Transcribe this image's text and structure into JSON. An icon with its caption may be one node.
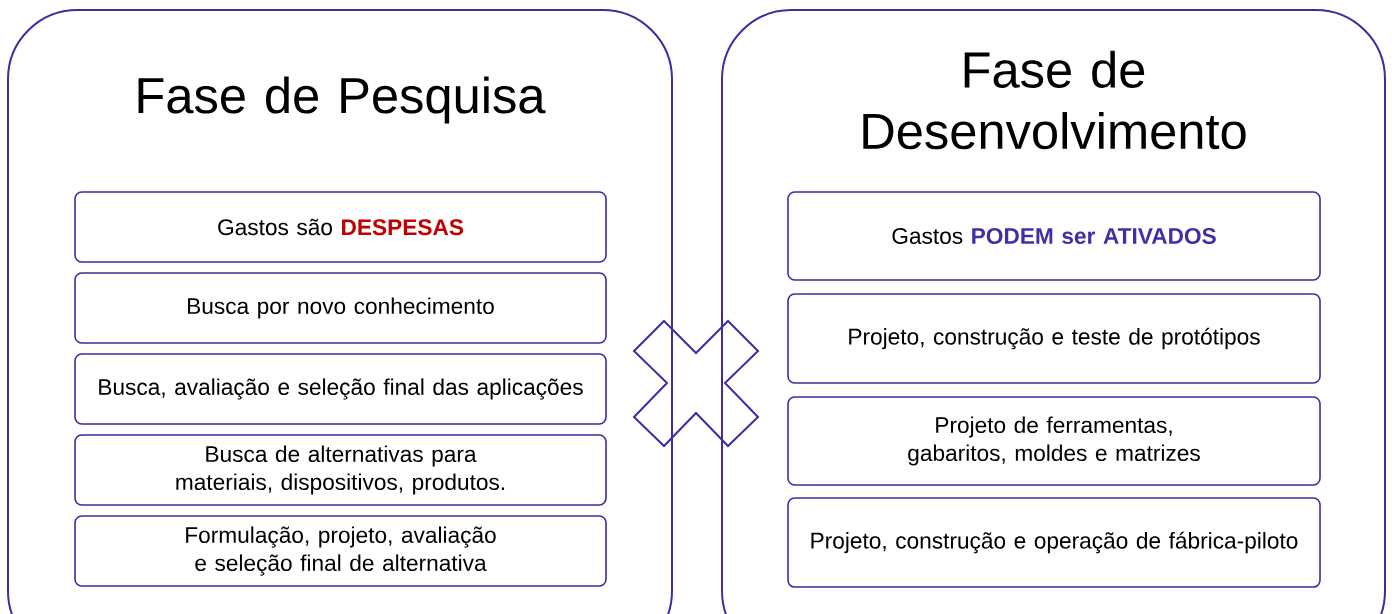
{
  "diagram": {
    "nodes": [
      {
        "text": [
          "Fase de Pesquisa"
        ]
      },
      {
        "text": [
          "Gastos são **DESPESAS**"
        ],
        "in": 0
      },
      {
        "text": [
          "Busca por novo conhecimento"
        ],
        "in": 0
      },
      {
        "text": [
          "Busca, avaliação e seleção final das aplicações"
        ],
        "in": 0
      },
      {
        "text": [
          "Busca de alternativas para materiais, dispositivos, produtos."
        ],
        "in": 0
      },
      {
        "text": [
          "Formulação, projeto, avaliação e seleção final de alternativa"
        ],
        "in": 0
      },
      {
        "text": [],
        "shape": "cross"
      },
      {
        "text": [
          "Fase de Desenvolvimento"
        ]
      },
      {
        "text": [
          "Gastos **PODEM ser ATIVADOS**"
        ],
        "in": 7
      },
      {
        "text": [
          "Projeto, construção e teste de protótipos"
        ],
        "in": 7
      },
      {
        "text": [
          "Projeto de ferramentas, gabaritos, moldes e matrizes"
        ],
        "in": 7
      },
      {
        "text": [
          "Projeto, construção e operação de fábrica-piloto"
        ],
        "in": 7
      }
    ]
  }
}
